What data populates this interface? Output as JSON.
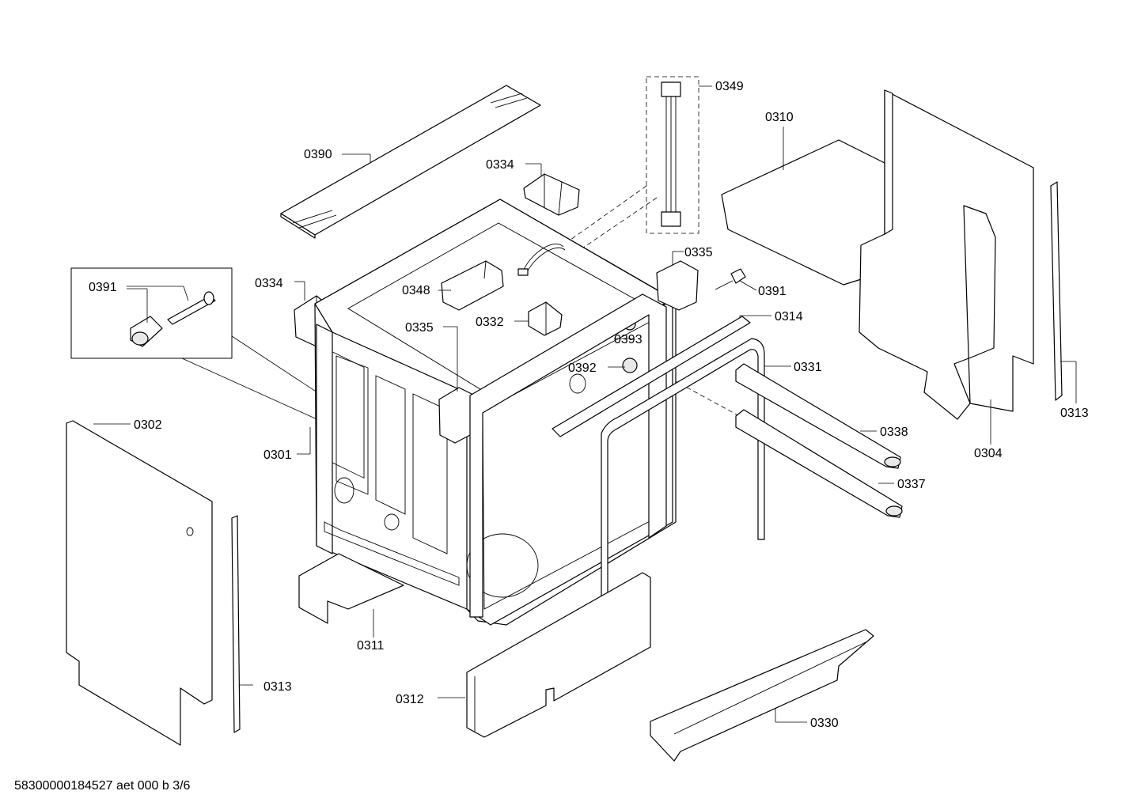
{
  "document_code": "58300000184527 aet 000 b 3/6",
  "part_labels": {
    "p0390": "0390",
    "p0334a": "0334",
    "p0349": "0349",
    "p0310": "0310",
    "p0391a": "0391",
    "p0334b": "0334",
    "p0348": "0348",
    "p0335a": "0335",
    "p0332": "0332",
    "p0335b": "0335",
    "p0391b": "0391",
    "p0314": "0314",
    "p0393": "0393",
    "p0392": "0392",
    "p0331": "0331",
    "p0302": "0302",
    "p0301": "0301",
    "p0338": "0338",
    "p0304": "0304",
    "p0313a": "0313",
    "p0337": "0337",
    "p0311": "0311",
    "p0313b": "0313",
    "p0312": "0312",
    "p0330": "0330"
  }
}
